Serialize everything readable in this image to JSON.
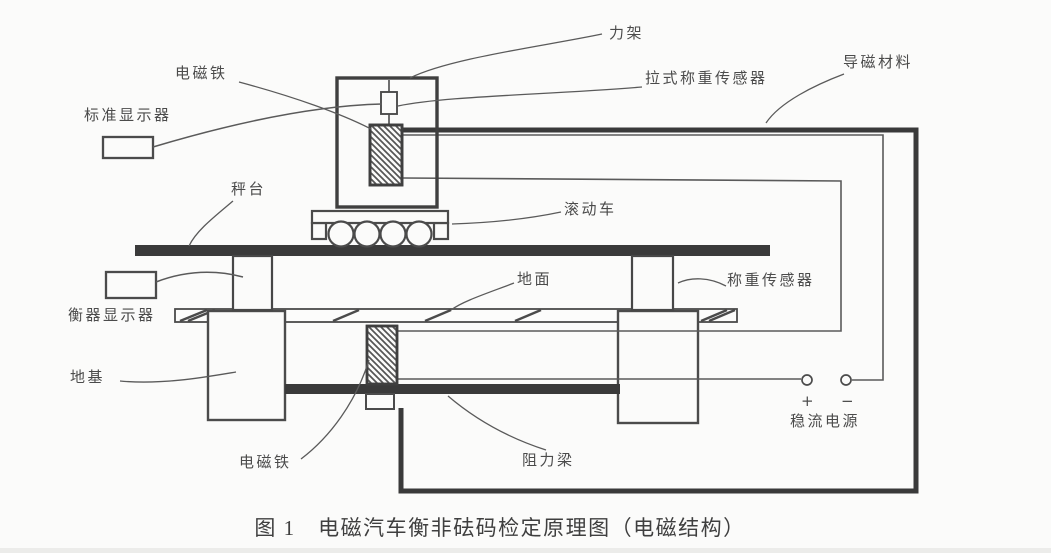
{
  "figure": {
    "caption": "图 1　电磁汽车衡非砝码检定原理图（电磁结构）",
    "labels": {
      "electromagnet_top": "电磁铁",
      "standard_display": "标准显示器",
      "platform": "秤台",
      "force_frame": "力架",
      "pull_load_cell": "拉式称重传感器",
      "magnetic_material": "导磁材料",
      "rolling_cart": "滚动车",
      "ground": "地面",
      "load_cell": "称重传感器",
      "scale_display": "衡器显示器",
      "foundation": "地基",
      "electromagnet_bottom": "电磁铁",
      "resistance_beam": "阻力梁",
      "power_supply": "稳流电源",
      "plus_sign": "+",
      "minus_sign": "−"
    },
    "colors": {
      "line": "#4b4b4b",
      "thick_bar": "#3a3a3a",
      "background": "#fbfbfa",
      "text": "#4b4b4b"
    }
  }
}
